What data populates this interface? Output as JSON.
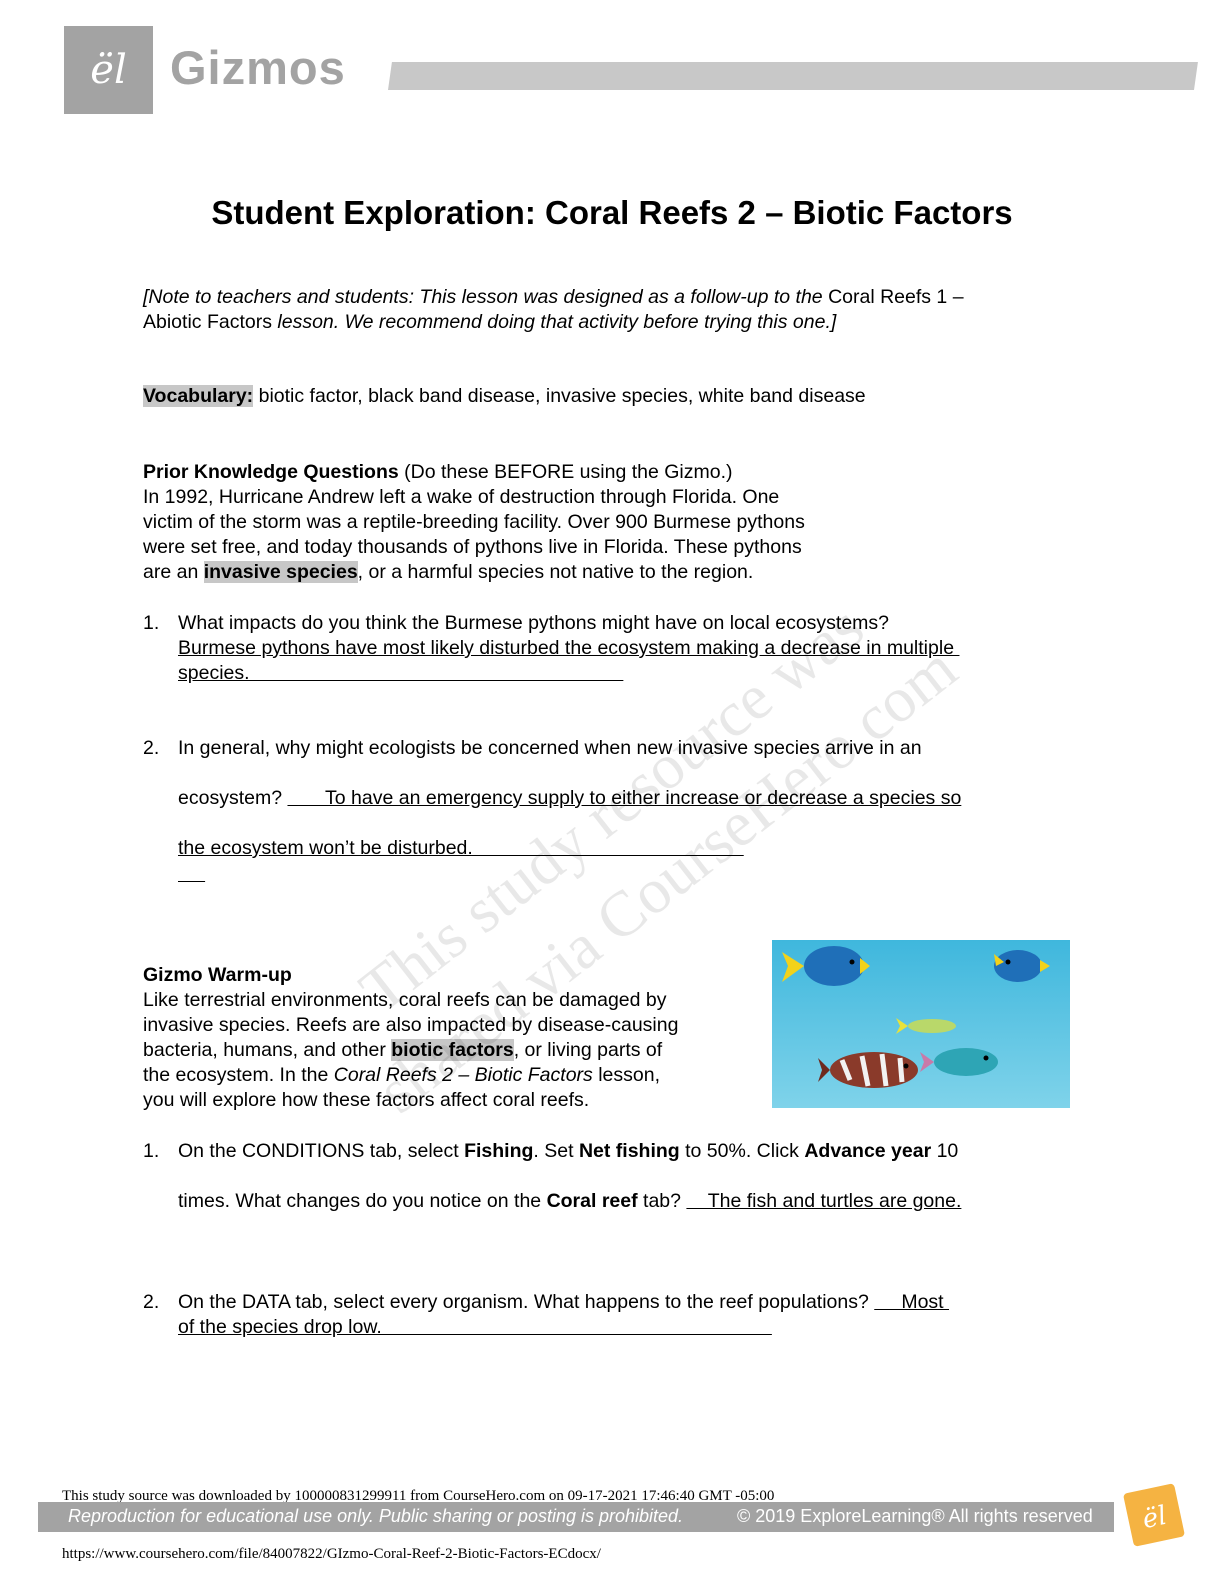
{
  "header": {
    "logo_glyph": "ël",
    "brand": "Gizmos"
  },
  "title": "Student Exploration: Coral Reefs 2 – Biotic Factors",
  "note": {
    "p1": "[Note to teachers and students: This lesson was designed as a follow-up to the ",
    "p2": "Coral Reefs 1 –",
    "p3": "Abiotic Factors",
    "p4": " lesson. We recommend doing that activity before trying this one.]"
  },
  "vocabulary": {
    "label": "Vocabulary:",
    "terms": " biotic factor, black band disease, invasive species, white band disease"
  },
  "prior_knowledge": {
    "heading": "Prior Knowledge Questions",
    "heading_note": " (Do these BEFORE using the Gizmo.)",
    "lines": [
      "In 1992, Hurricane Andrew left a wake of destruction through Florida. One",
      "victim of the storm was a reptile-breeding facility. Over 900 Burmese pythons",
      "were set free, and today thousands of pythons live in Florida. These pythons"
    ],
    "last_pre": "are an ",
    "last_term": "invasive species",
    "last_post": ", or a harmful species not native to the region.",
    "q1": {
      "num": "1.",
      "question": "What impacts do you think the Burmese pythons might have on local ecosystems?",
      "answer_line1": "Burmese pythons have most likely disturbed the ecosystem making a decrease in multiple ",
      "answer_line2": "species.                                                                     "
    },
    "q2": {
      "num": "2.",
      "question": "In general, why might ecologists be concerned when new invasive species arrive in an",
      "question_line2": "ecosystem? ",
      "answer_line1": "       To have an emergency supply to either increase or decrease a species so",
      "answer_line2": "the ecosystem won’t be disturbed.                                                  ",
      "answer_line3": "     "
    }
  },
  "warmup": {
    "heading": "Gizmo Warm-up",
    "lines": [
      "Like terrestrial environments, coral reefs can be damaged by",
      "invasive species. Reefs are also impacted by disease-causing"
    ],
    "l3_pre": "bacteria, humans, and other ",
    "l3_term": "biotic factors",
    "l3_post": ", or living parts of",
    "l4_pre": "the ecosystem. In the ",
    "l4_italic": "Coral Reefs 2 – Biotic Factors",
    "l4_post": " lesson,",
    "l5": "you will explore how these factors affect coral reefs.",
    "q1": {
      "num": "1.",
      "a": "On the CONDITIONS tab, select ",
      "b": "Fishing",
      "c": ". Set ",
      "d": "Net fishing",
      "e": " to 50%. Click ",
      "f": "Advance year",
      "g": " 10",
      "line2_a": "times. What changes do you notice on the ",
      "line2_b": "Coral reef",
      "line2_c": " tab? ",
      "answer": "    The fish and turtles are gone."
    },
    "q2": {
      "num": "2.",
      "question": "On the DATA tab, select every organism. What happens to the reef populations? ",
      "answer_line1": "     Most ",
      "answer_line2": "of the species drop low.                                                                        "
    }
  },
  "watermark": {
    "line1": "This study resource was",
    "line2": "shared via CourseHero.com"
  },
  "footer": {
    "source": "This study source was downloaded by 100000831299911 from CourseHero.com on 09-17-2021 17:46:40 GMT -05:00",
    "notice": "Reproduction for educational use only. Public sharing or posting is prohibited.",
    "copyright": "© 2019 ExploreLearning®  All rights reserved",
    "url": "https://www.coursehero.com/file/84007822/GIzmo-Coral-Reef-2-Biotic-Factors-ECdocx/",
    "logo_glyph": "ël"
  },
  "colors": {
    "brand_gray": "#a3a3a3",
    "highlight": "#c7c7c7",
    "water": "#5fc6e3"
  }
}
